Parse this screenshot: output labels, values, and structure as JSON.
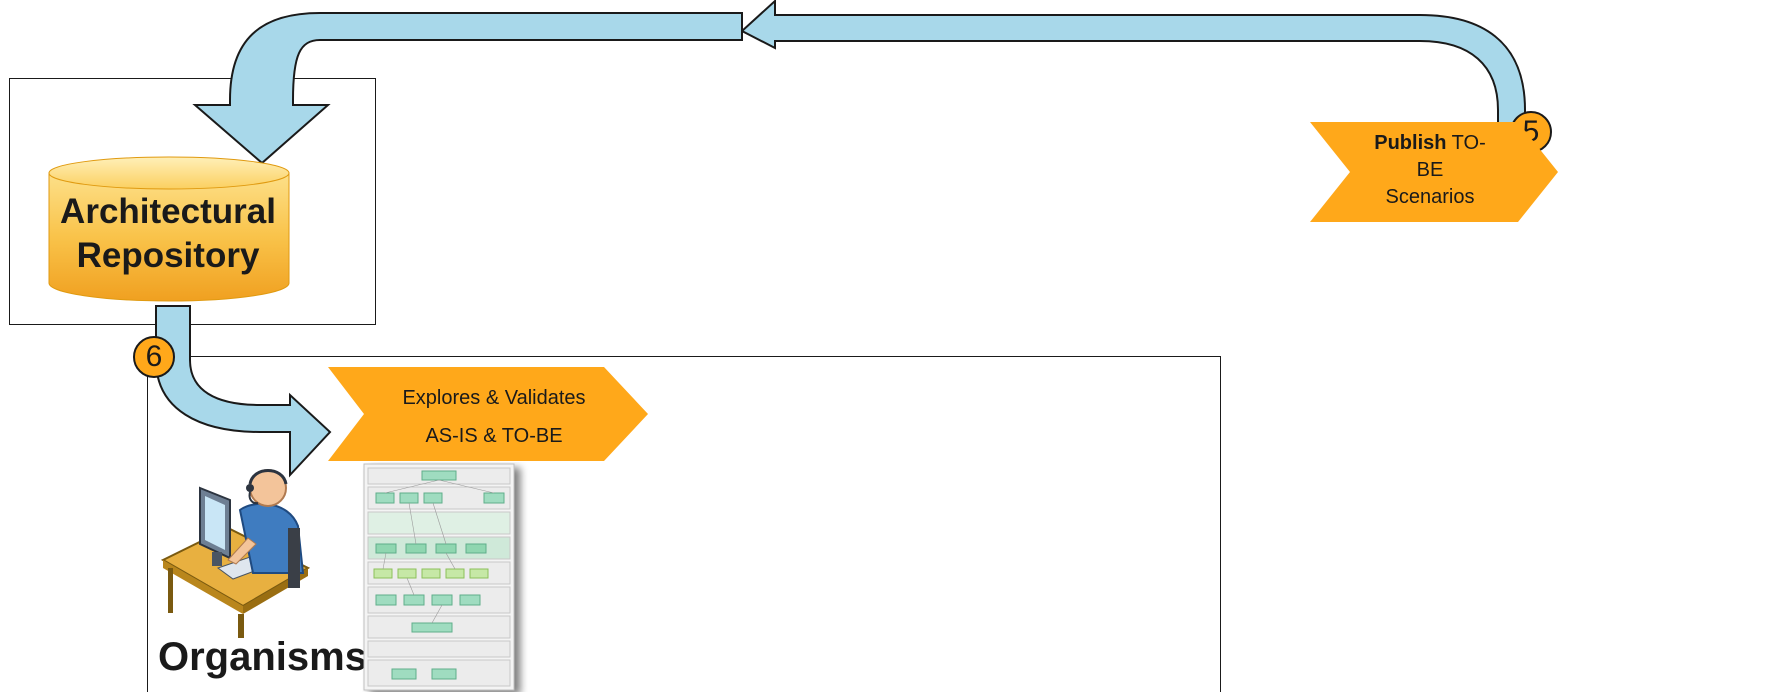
{
  "repository": {
    "label_line1": "Architectural",
    "label_line2": "Repository"
  },
  "step5": {
    "number": "5",
    "chevron_bold": "Publish",
    "chevron_line1_rest": " TO-",
    "chevron_line2": "BE",
    "chevron_line3": "Scenarios"
  },
  "step6": {
    "number": "6",
    "chevron_line1": "Explores & Validates",
    "chevron_line2": "AS-IS & TO-BE"
  },
  "actor": {
    "label": "Organisms",
    "icon": "user-at-computer-icon"
  },
  "colors": {
    "arrow_fill": "#a8d8ea",
    "arrow_stroke": "#1a1a1a",
    "chevron_orange": "#ffa81a",
    "cylinder_gold": "#f7b733"
  }
}
